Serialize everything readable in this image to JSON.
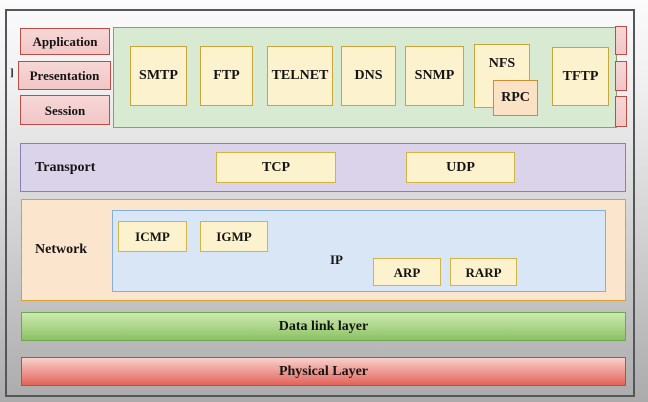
{
  "osi_side_layers": [
    "Application",
    "Presentation",
    "Session"
  ],
  "stray_bracket": "]",
  "application_row": {
    "protocols": [
      "SMTP",
      "FTP",
      "TELNET",
      "DNS",
      "SNMP",
      "NFS",
      "TFTP"
    ],
    "overlay_protocol": "RPC"
  },
  "transport_row": {
    "layer_label": "Transport",
    "protocols": [
      "TCP",
      "UDP"
    ]
  },
  "network_row": {
    "layer_label": "Network",
    "ip_label": "IP",
    "inner_protocols": [
      "ICMP",
      "IGMP",
      "ARP",
      "RARP"
    ]
  },
  "datalink_row": {
    "label": "Data link layer"
  },
  "physical_row": {
    "label": "Physical Layer"
  },
  "colors": {
    "background_top": "#fbfbfb",
    "background_bottom": "#ababab",
    "frame_border": "#55565a",
    "application_panel_fill": "#d9ead3",
    "application_panel_border": "#79a965",
    "osi_box_fill": "#f4cccc",
    "osi_box_border": "#be4b48",
    "protocol_box_fill": "#fdf2ce",
    "protocol_box_border": "#c9a63b",
    "rpc_fill": "#fbe2c5",
    "rpc_border": "#cf8b32",
    "transport_panel_fill": "#dbd3ea",
    "transport_panel_border": "#8e7cc3",
    "network_panel_fill": "#fce5cd",
    "network_panel_border": "#d8a131",
    "ip_panel_fill": "#d8e6f6",
    "ip_panel_border": "#86aedd",
    "datalink_bar_fill": "#8cc263",
    "datalink_bar_border": "#6aa84f",
    "physical_bar_fill": "#e3645a",
    "physical_bar_border": "#bf4a41",
    "text": "#141414"
  }
}
